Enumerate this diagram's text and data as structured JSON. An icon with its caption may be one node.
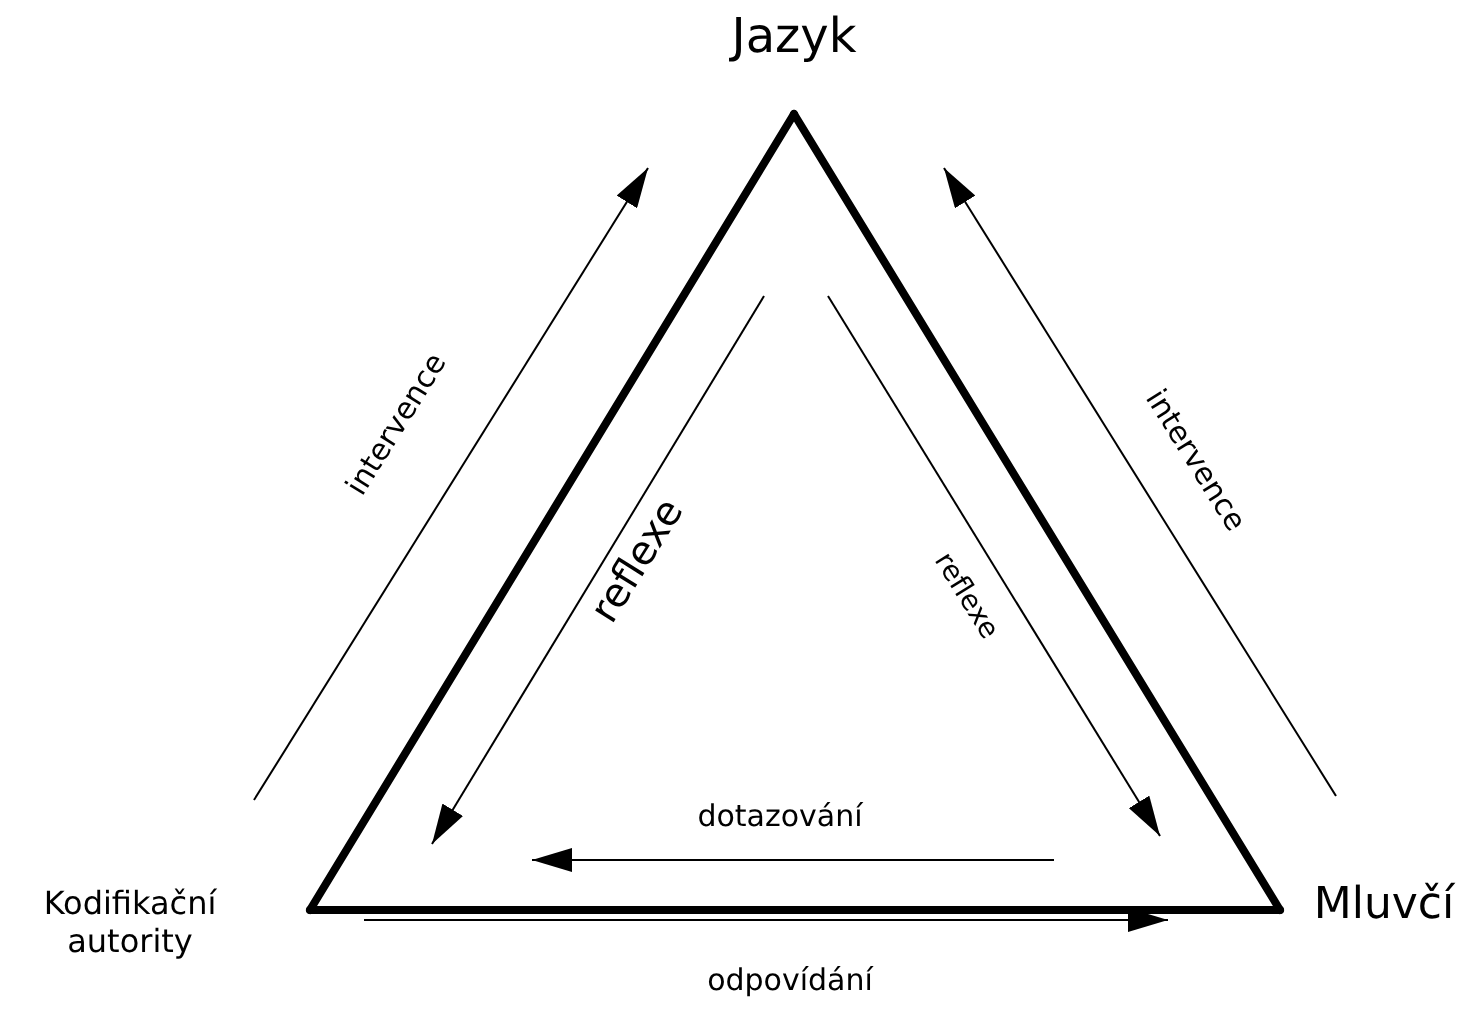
{
  "diagram": {
    "nodes": [
      {
        "text": [
          "Jazyk"
        ]
      },
      {
        "text": [
          "Kodifikační autority"
        ]
      },
      {
        "text": [
          "Mluvčí"
        ]
      }
    ],
    "edges": [
      {
        "from": 0,
        "to": 1,
        "arrow": "none"
      },
      {
        "from": 1,
        "to": 2,
        "arrow": "none"
      },
      {
        "from": 2,
        "to": 0,
        "arrow": "none"
      }
    ],
    "labels": [
      "intervence",
      "intervence",
      "reflexe",
      "reflexe",
      "dotazování",
      "odpovídání"
    ]
  }
}
